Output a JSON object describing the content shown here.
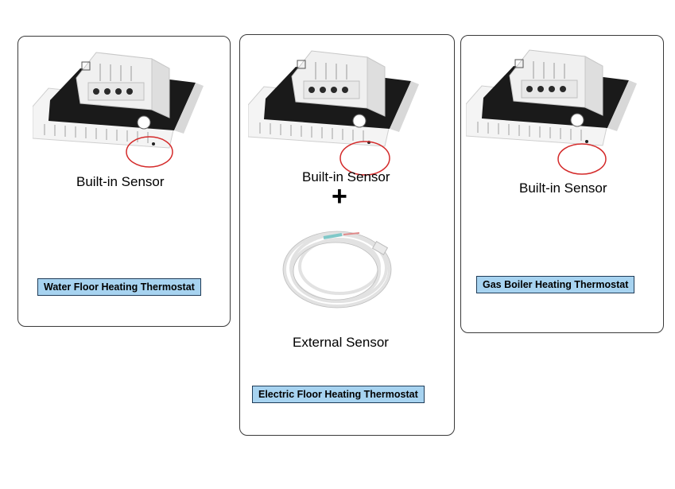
{
  "cards": [
    {
      "sensor_label": "Built-in Sensor",
      "tag": "Water Floor Heating Thermostat"
    },
    {
      "sensor_label": "Built-in Sensor",
      "plus": "+",
      "external_label": "External Sensor",
      "tag": "Electric Floor Heating Thermostat"
    },
    {
      "sensor_label": "Built-in Sensor",
      "tag": "Gas Boiler Heating Thermostat"
    }
  ],
  "colors": {
    "tag_bg": "#a7d3f0",
    "tag_border": "#1f3c58",
    "highlight_circle": "#d42a2a"
  }
}
